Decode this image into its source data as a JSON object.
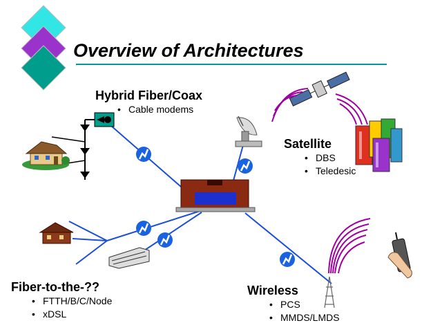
{
  "title": "Overview of Architectures",
  "sections": {
    "hfc": {
      "heading": "Hybrid Fiber/Coax",
      "bullets": [
        "Cable modems"
      ]
    },
    "satellite": {
      "heading": "Satellite",
      "bullets": [
        "DBS",
        "Teledesic"
      ]
    },
    "fiber": {
      "heading": "Fiber-to-the-??",
      "bullets": [
        "FTTH/B/C/Node",
        "xDSL"
      ]
    },
    "wireless": {
      "heading": "Wireless",
      "bullets": [
        "PCS",
        "MMDS/LMDS"
      ]
    }
  },
  "colors": {
    "link_line": "#1a4fd8",
    "link_node": "#1a63e0",
    "title_rule": "#009c8c",
    "signal_waves": "#a000a0",
    "diamond_cyan": "#33e6e6",
    "diamond_purple": "#9933cc",
    "diamond_teal": "#009c8c"
  },
  "icons": [
    "diamond-logo-icon",
    "cable-tap-icon",
    "house-icon",
    "satellite-dish-icon",
    "satellite-icon",
    "city-buildings-icon",
    "central-office-icon",
    "brick-house-icon",
    "office-building-icon",
    "radio-tower-icon",
    "cell-phone-icon"
  ]
}
